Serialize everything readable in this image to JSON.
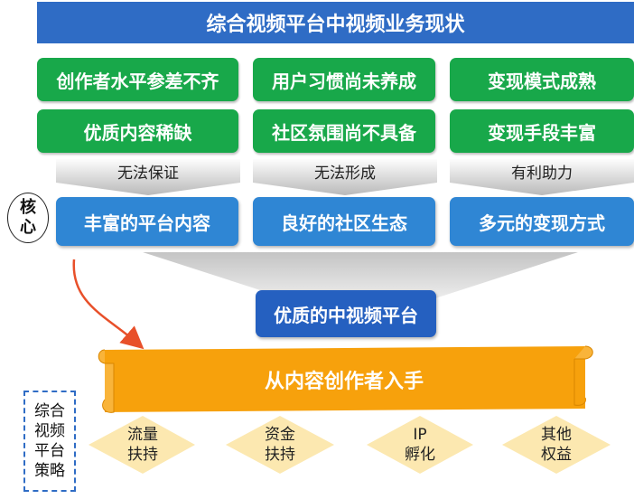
{
  "title": "综合视频平台中视频业务现状",
  "problems": [
    [
      "创作者水平参差不齐",
      "优质内容稀缺"
    ],
    [
      "用户习惯尚未养成",
      "社区氛围尚不具备"
    ],
    [
      "变现模式成熟",
      "变现手段丰富"
    ]
  ],
  "arrow_labels": [
    "无法保证",
    "无法形成",
    "有利助力"
  ],
  "core_label": [
    "核",
    "心"
  ],
  "goals": [
    "丰富的平台内容",
    "良好的社区生态",
    "多元的变现方式"
  ],
  "result": "优质的中视频平台",
  "scroll_text": "从内容创作者入手",
  "strategy_label": [
    "综合",
    "视频",
    "平台",
    "策略"
  ],
  "strategies": [
    [
      "流量",
      "扶持"
    ],
    [
      "资金",
      "扶持"
    ],
    [
      "IP",
      "孵化"
    ],
    [
      "其他",
      "权益"
    ]
  ],
  "colors": {
    "title_bg": "#2f6cc5",
    "green": "#18a84a",
    "blue": "#2f86d4",
    "dark_blue": "#2560c0",
    "orange": "#f7a10c",
    "diamond": "#fce8b0",
    "red_arrow": "#e8502a"
  }
}
